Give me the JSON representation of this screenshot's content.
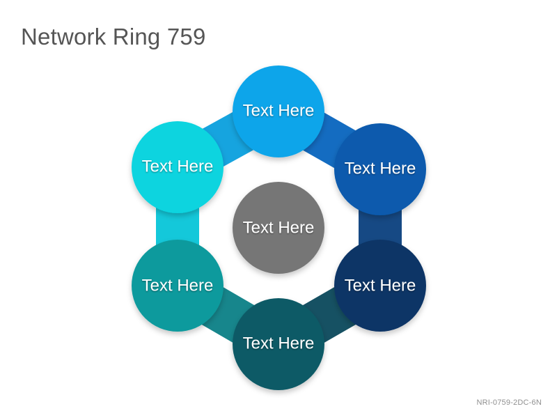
{
  "title": "Network Ring 759",
  "footer_code": "NRI-0759-2DC-6N",
  "center": {
    "label": "Text Here",
    "color": "#767676"
  },
  "nodes": [
    {
      "label": "Text Here",
      "color": "#0ea5ea"
    },
    {
      "label": "Text Here",
      "color": "#075aad"
    },
    {
      "label": "Text Here",
      "color": "#0b3466"
    },
    {
      "label": "Text Here",
      "color": "#0b5a66"
    },
    {
      "label": "Text Here",
      "color": "#0d9a9d"
    },
    {
      "label": "Text Here",
      "color": "#08d4df"
    }
  ]
}
